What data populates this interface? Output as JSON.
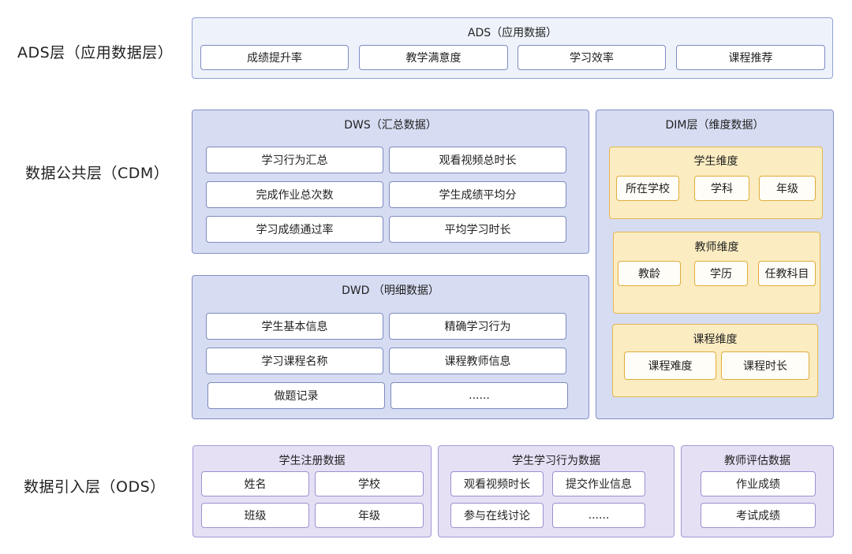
{
  "layers": {
    "ads_label": "ADS层（应用数据层）",
    "cdm_label": "数据公共层（CDM）",
    "ods_label": "数据引入层（ODS）"
  },
  "ads": {
    "title": "ADS（应用数据）",
    "items": [
      "成绩提升率",
      "教学满意度",
      "学习效率",
      "课程推荐"
    ]
  },
  "dws": {
    "title": "DWS（汇总数据）",
    "items": [
      "学习行为汇总",
      "观看视频总时长",
      "完成作业总次数",
      "学生成绩平均分",
      "学习成绩通过率",
      "平均学习时长"
    ]
  },
  "dwd": {
    "title": "DWD （明细数据）",
    "items": [
      "学生基本信息",
      "精确学习行为",
      "学习课程名称",
      "课程教师信息",
      "做题记录",
      "......"
    ]
  },
  "dim": {
    "title": "DIM层（维度数据）",
    "student": {
      "title": "学生维度",
      "items": [
        "所在学校",
        "学科",
        "年级"
      ]
    },
    "teacher": {
      "title": "教师维度",
      "items": [
        "教龄",
        "学历",
        "任教科目"
      ]
    },
    "course": {
      "title": "课程维度",
      "items": [
        "课程难度",
        "课程时长"
      ]
    }
  },
  "ods": {
    "registration": {
      "title": "学生注册数据",
      "items": [
        "姓名",
        "学校",
        "班级",
        "年级"
      ]
    },
    "behavior": {
      "title": "学生学习行为数据",
      "items": [
        "观看视频时长",
        "提交作业信息",
        "参与在线讨论",
        "......"
      ]
    },
    "evaluation": {
      "title": "教师评估数据",
      "items": [
        "作业成绩",
        "考试成绩"
      ]
    }
  }
}
